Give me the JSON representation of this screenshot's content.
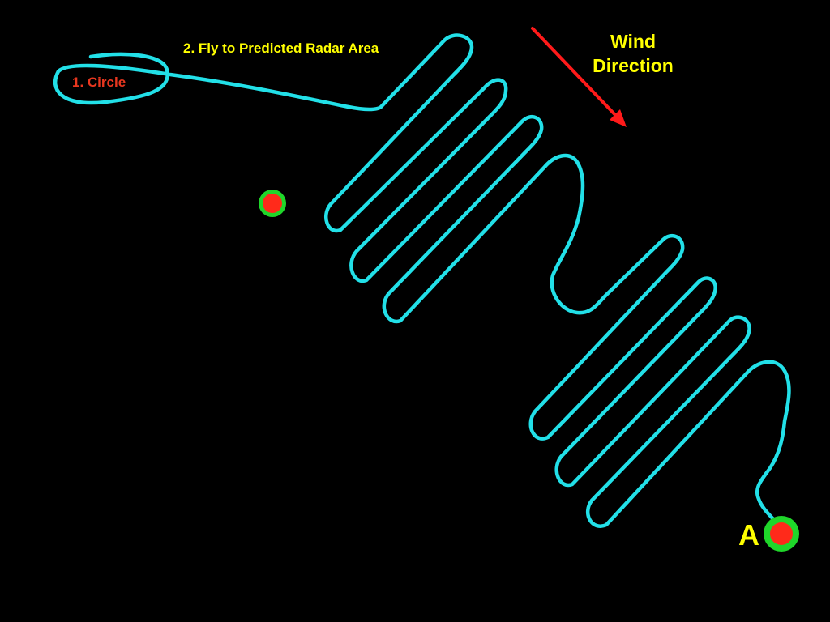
{
  "labels": {
    "circle": "1. Circle",
    "fly_to_radar": "2. Fly to Predicted Radar Area",
    "wind_line1": "Wind",
    "wind_line2": "Direction",
    "point_a": "A"
  },
  "colors": {
    "background": "#000000",
    "flight_path": "#22e0e8",
    "wind_arrow": "#ff1a1a",
    "circle_label": "#e8371f",
    "label_text": "#ffff00",
    "marker_fill": "#ff2a1a",
    "marker_ring": "#1fd62a"
  }
}
